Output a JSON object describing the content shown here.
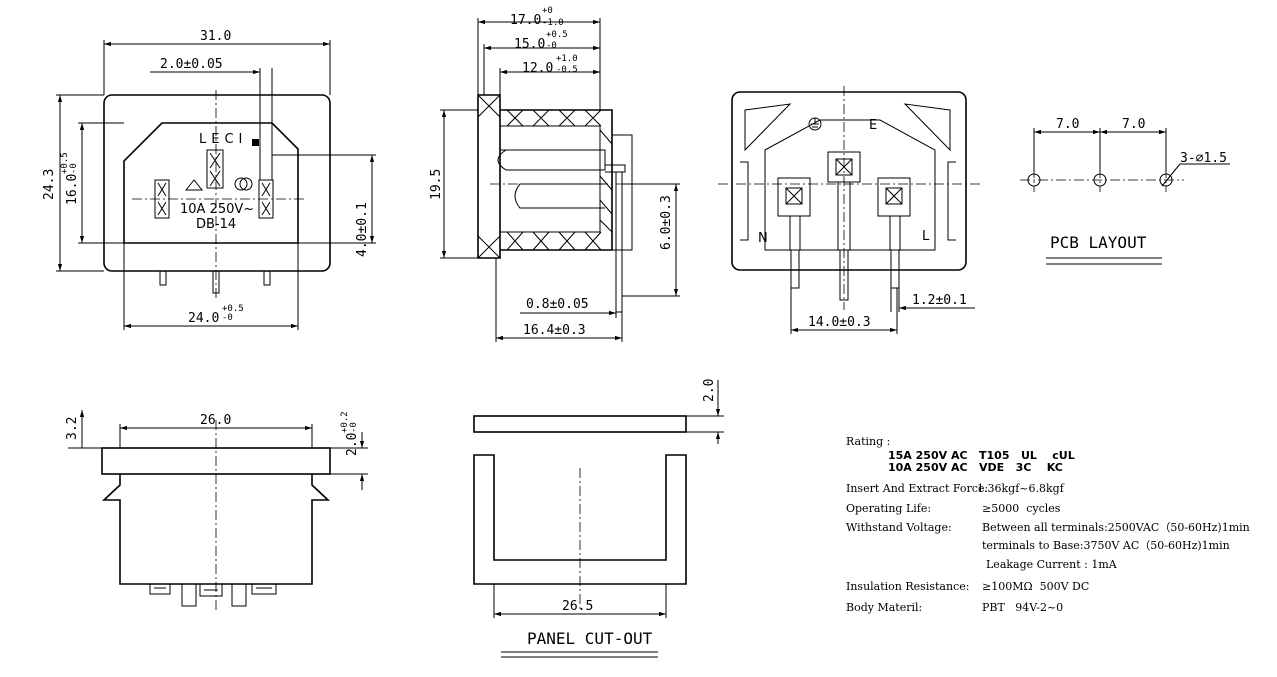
{
  "front_view": {
    "dim_width": "31.0",
    "dim_pin_offset": "2.0±0.05",
    "dim_height": "24.3",
    "dim_inner_height": "16.0",
    "dim_inner_height_tol_up": "+0.5",
    "dim_inner_height_tol_dn": "-0",
    "dim_bottom": "24.0",
    "dim_bottom_tol_up": "+0.5",
    "dim_bottom_tol_dn": "-0",
    "dim_right": "4.0±0.1",
    "brand": "LECI",
    "marking_rating": "10A 250V~",
    "marking_model": "DB-14"
  },
  "side_view": {
    "dim_17": "17.0",
    "dim_17_tol_up": "+0",
    "dim_17_tol_dn": "-1.0",
    "dim_15": "15.0",
    "dim_15_tol_up": "+0.5",
    "dim_15_tol_dn": "-0",
    "dim_12": "12.0",
    "dim_12_tol_up": "+1.0",
    "dim_12_tol_dn": "-0.5",
    "dim_height": "19.5",
    "dim_6": "6.0±0.3",
    "dim_pin": "0.8±0.05",
    "dim_depth": "16.4±0.3"
  },
  "rear_view": {
    "earth_label": "E",
    "neutral_label": "N",
    "live_label": "L",
    "dim_pitch": "14.0±0.3",
    "dim_pin_width": "1.2±0.1"
  },
  "pcb_layout": {
    "dim_left": "7.0",
    "dim_right": "7.0",
    "dim_holes": "3-∅1.5",
    "title": "PCB LAYOUT"
  },
  "bottom_view": {
    "dim_width": "26.0",
    "dim_flange": "3.2",
    "dim_thickness": "2.0",
    "dim_thickness_tol_up": "+0.2",
    "dim_thickness_tol_dn": "-0"
  },
  "panel_cutout": {
    "dim_thickness": "2.0",
    "dim_width": "26.5",
    "title": "PANEL CUT-OUT"
  },
  "specs": {
    "rating_label": "Rating :",
    "rating_line1": "15A 250V AC   T105   UL    cUL",
    "rating_line2": "10A 250V AC   VDE   3C    KC",
    "rows": [
      {
        "label": "Insert And Extract Force:",
        "value": "1.36kgf~6.8kgf"
      },
      {
        "label": "Operating Life:",
        "value": "≥5000  cycles"
      },
      {
        "label": "Withstand Voltage:",
        "value": "Between all terminals:2500VAC（50-60Hz)1min"
      },
      {
        "label": "",
        "value": "terminals to Base:3750V AC（50-60Hz)1min"
      },
      {
        "label": "",
        "value": "Leakage Current : 1mA"
      },
      {
        "label": "Insulation Resistance:",
        "value": "≥100MΩ  500V DC"
      },
      {
        "label": "Body Materil:",
        "value": "PBT   94V-2~0"
      }
    ]
  }
}
